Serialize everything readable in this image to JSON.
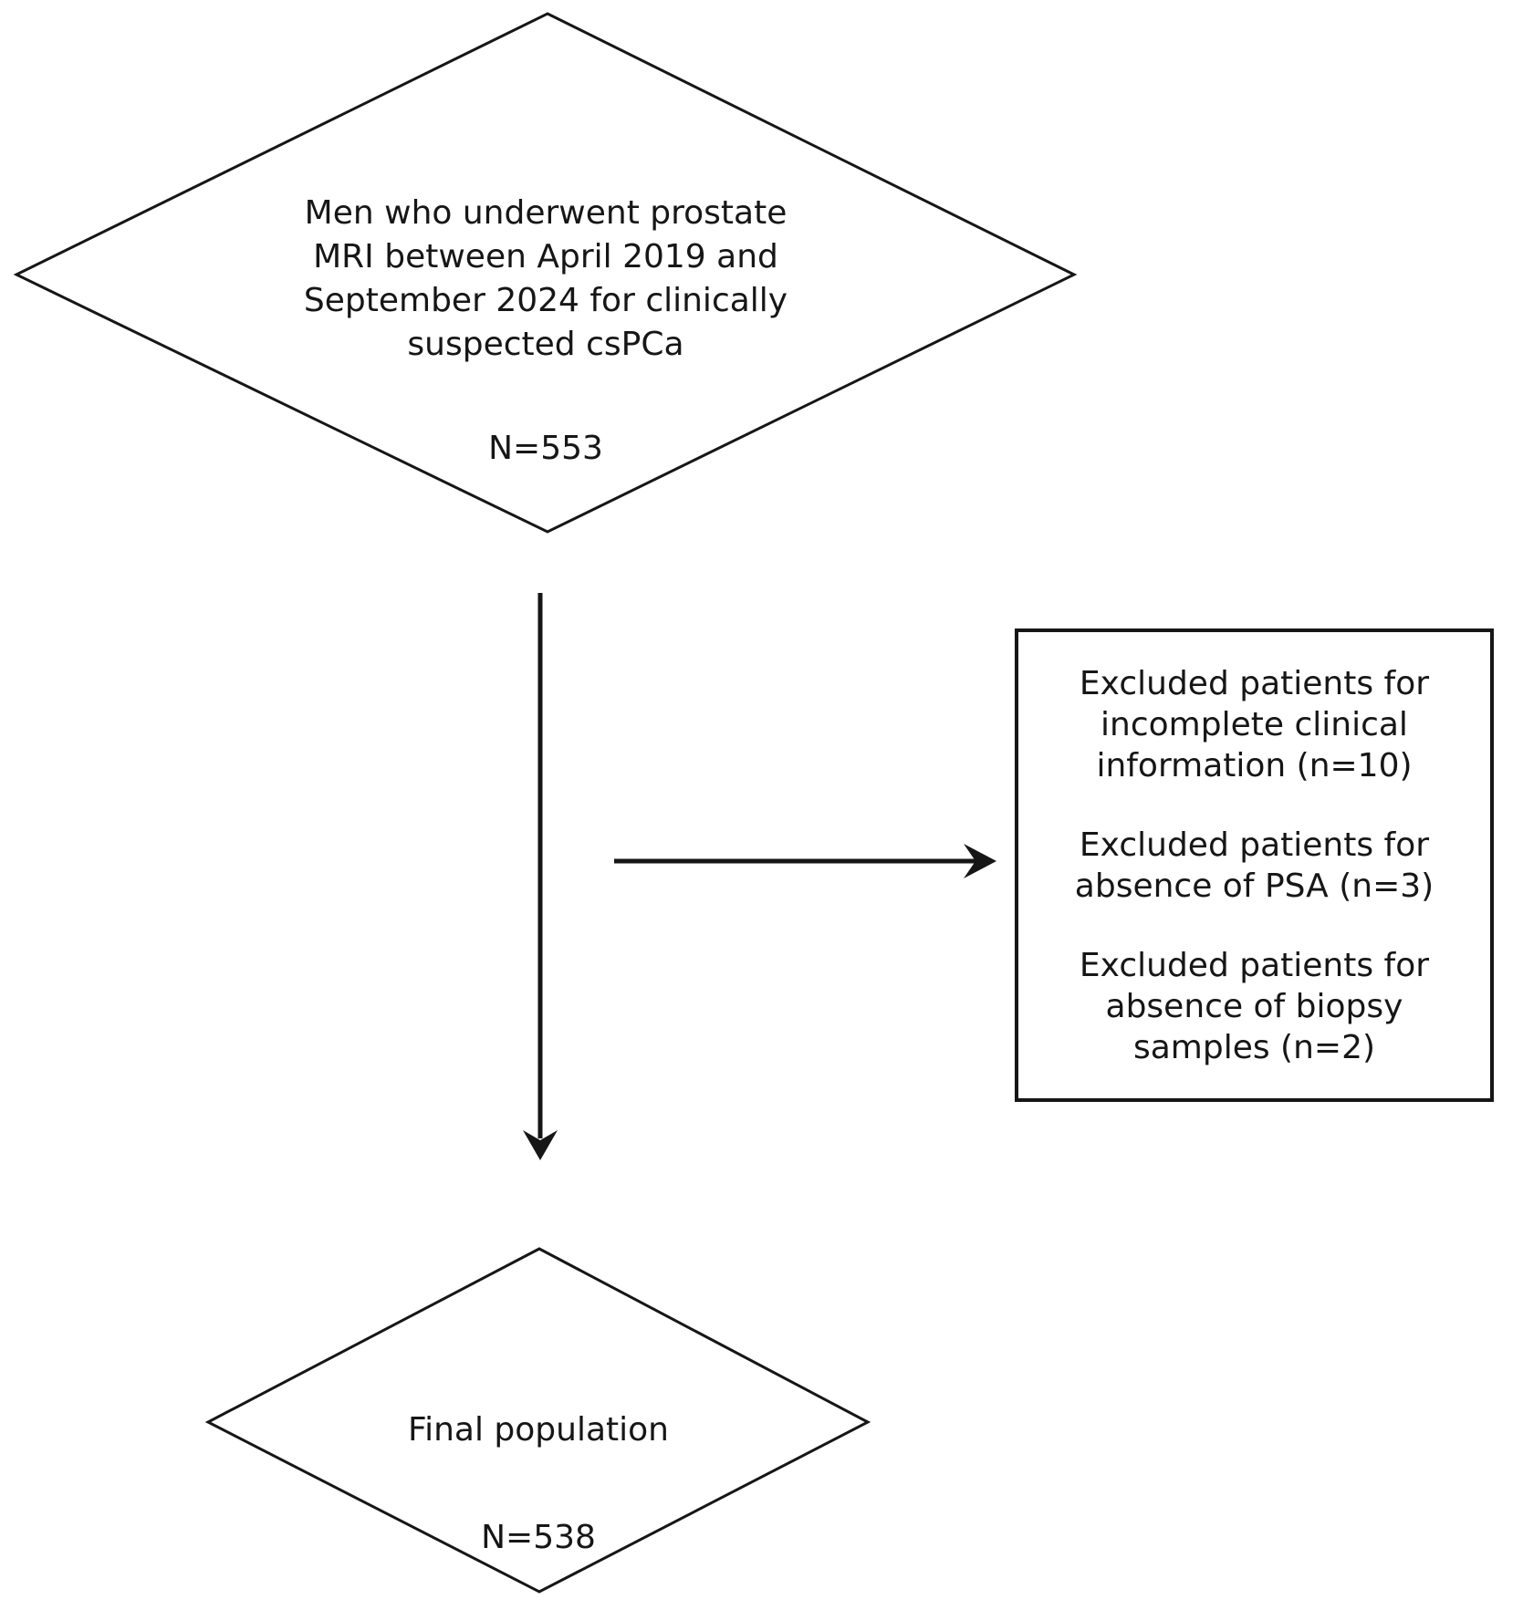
{
  "figure": {
    "background": "#ffffff",
    "line_color": "#161616"
  },
  "top_diamond": {
    "text": "Men who underwent prostate\nMRI between April 2019 and\nSeptember 2024 for clinically\nsuspected csPCa",
    "count": "N=553"
  },
  "exclusion_box": {
    "items": [
      {
        "text": "Excluded patients for\nincomplete clinical\ninformation (n=10)"
      },
      {
        "text": "Excluded patients for\nabsence of PSA (n=3)"
      },
      {
        "text": "Excluded patients for\nabsence of biopsy\nsamples (n=2)"
      }
    ]
  },
  "final_diamond": {
    "text": "Final population",
    "count": "N=538"
  }
}
